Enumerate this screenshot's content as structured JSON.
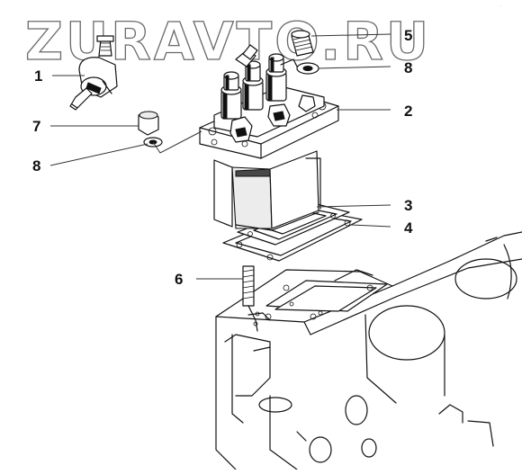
{
  "watermark": {
    "text": "ZURAVTO.RU"
  },
  "callouts": [
    {
      "id": "1",
      "label": "1"
    },
    {
      "id": "2",
      "label": "2"
    },
    {
      "id": "3",
      "label": "3"
    },
    {
      "id": "4",
      "label": "4"
    },
    {
      "id": "5",
      "label": "5"
    },
    {
      "id": "6",
      "label": "6"
    },
    {
      "id": "7",
      "label": "7"
    },
    {
      "id": "8a",
      "label": "8"
    },
    {
      "id": "8b",
      "label": "8"
    }
  ]
}
